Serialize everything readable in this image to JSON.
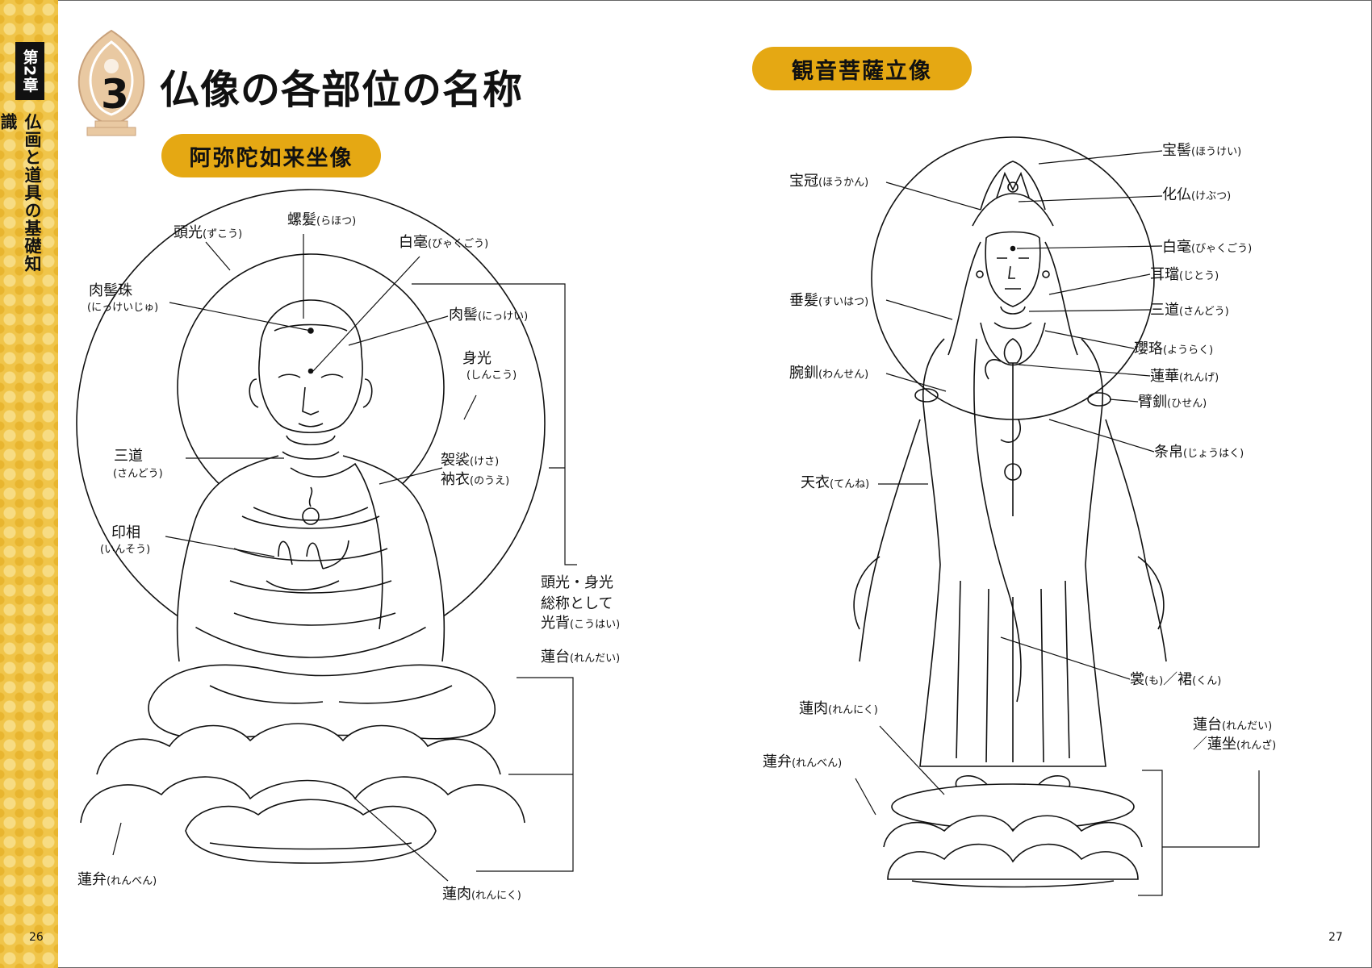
{
  "sidebar": {
    "chapter": "第2章",
    "title": "仏画と道具の基礎知識"
  },
  "header": {
    "section_number": "3",
    "title": "仏像の各部位の名称"
  },
  "amida": {
    "heading": "阿弥陀如来坐像",
    "labels": {
      "zukou": "頭光",
      "zukou_r": "(ずこう)",
      "rahotsu": "螺髪",
      "rahotsu_r": "(らほつ)",
      "byakugou": "白毫",
      "byakugou_r": "(びゃくごう)",
      "nikkeiju": "肉髻珠",
      "nikkeiju_r": "(にっけいじゅ)",
      "nikkei": "肉髻",
      "nikkei_r": "(にっけい)",
      "shinkou": "身光",
      "shinkou_r": "(しんこう)",
      "sandou": "三道",
      "sandou_r": "(さんどう)",
      "kesa": "袈裟",
      "kesa_r": "(けさ)",
      "noue": "衲衣",
      "noue_r": "(のうえ)",
      "insou": "印相",
      "insou_r": "(いんそう)",
      "kouhai_1": "頭光・身光",
      "kouhai_2": "総称として",
      "kouhai_3": "光背",
      "kouhai_r": "(こうはい)",
      "rendai": "蓮台",
      "rendai_r": "(れんだい)",
      "renben": "蓮弁",
      "renben_r": "(れんべん)",
      "renniku": "蓮肉",
      "renniku_r": "(れんにく)"
    }
  },
  "kannon": {
    "heading": "観音菩薩立像",
    "labels": {
      "houkei": "宝髻",
      "houkei_r": "(ほうけい)",
      "houkan": "宝冠",
      "houkan_r": "(ほうかん)",
      "kebutsu": "化仏",
      "kebutsu_r": "(けぶつ)",
      "byakugou": "白毫",
      "byakugou_r": "(びゃくごう)",
      "jitou": "耳璫",
      "jitou_r": "(じとう)",
      "suihatsu": "垂髪",
      "suihatsu_r": "(すいはつ)",
      "sandou": "三道",
      "sandou_r": "(さんどう)",
      "youraku": "瓔珞",
      "youraku_r": "(ようらく)",
      "wansen": "腕釧",
      "wansen_r": "(わんせん)",
      "renge": "蓮華",
      "renge_r": "(れんげ)",
      "hisen": "臂釧",
      "hisen_r": "(ひせん)",
      "jouhaku": "条帛",
      "jouhaku_r": "(じょうはく)",
      "tenne": "天衣",
      "tenne_r": "(てんね)",
      "mo": "裳",
      "mo_r": "(も)",
      "slash": "／",
      "kun": "裙",
      "kun_r": "(くん)",
      "renniku": "蓮肉",
      "renniku_r": "(れんにく)",
      "renben": "蓮弁",
      "renben_r": "(れんべん)",
      "rendai": "蓮台",
      "rendai_r": "(れんだい)",
      "renza": "／蓮坐",
      "renza_r": "(れんざ)"
    }
  },
  "page_numbers": {
    "left": "26",
    "right": "27"
  },
  "colors": {
    "accent": "#e5a813",
    "band": "#f0c54a",
    "emblem": "#e9c9a2"
  }
}
